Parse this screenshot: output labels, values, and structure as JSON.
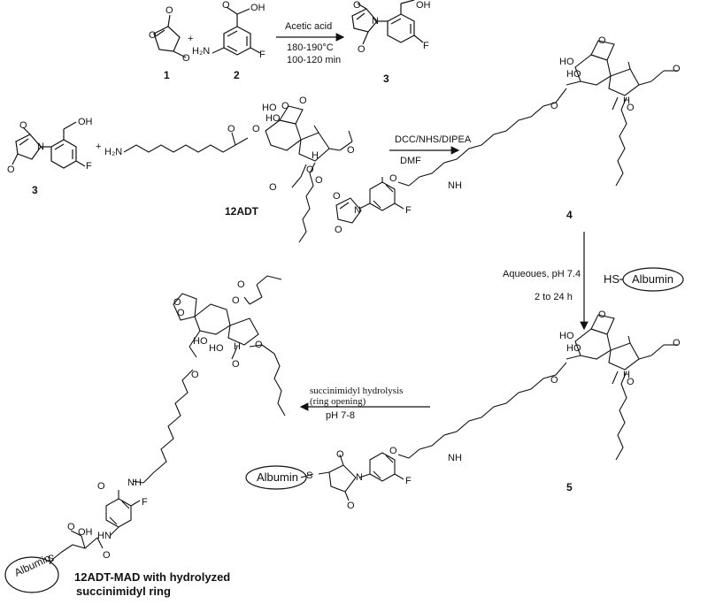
{
  "reaction1": {
    "reagent_label": "Acetic acid",
    "temp_label": "180-190°C",
    "time_label": "100-120 min",
    "compound_labels": [
      "1",
      "2",
      "3"
    ]
  },
  "reaction2": {
    "reagent_label": "DCC/NHS/DIPEA",
    "solvent_label": "DMF",
    "left_compound": "3",
    "amine_compound": "12ADT",
    "product": "4"
  },
  "reaction3": {
    "condition_label": "Aqueoues, pH 7.4",
    "time_label": "2 to 24 h",
    "thiol_prefix": "HS",
    "protein_label": "Albumin",
    "product": "5"
  },
  "reaction4": {
    "hydrolysis_label": "succinimidyl hydrolysis",
    "ring_label": "(ring opening)",
    "ph_label": "pH 7-8"
  },
  "final_product": {
    "protein_label": "Albumin",
    "line1": "12ADT-MAD with hydrolyzed",
    "line2": "succinimidyl ring"
  },
  "atoms": {
    "O": "O",
    "N": "N",
    "F": "F",
    "S": "S",
    "H": "H",
    "OH": "OH",
    "HO": "HO",
    "NH": "NH",
    "HN": "HN",
    "H2N": "H₂N"
  }
}
